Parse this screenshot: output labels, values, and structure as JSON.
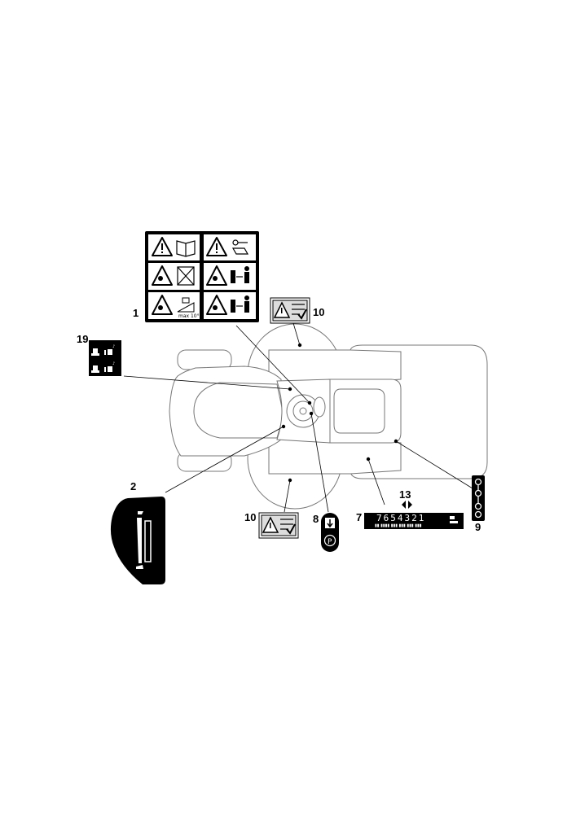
{
  "callouts": {
    "c1": "1",
    "c2": "2",
    "c7": "7",
    "c8": "8",
    "c9": "9",
    "c10a": "10",
    "c10b": "10",
    "c13": "13",
    "c19": "19"
  },
  "decals": {
    "slope_text": "max 10°",
    "gear_digits": "7654321",
    "gear_small_row": "▮▮  ▮▮▮▮ ▮▮▮  ▮▮▮  ▮▮▮  ▮▮▮"
  },
  "colors": {
    "outline": "#777777",
    "ink": "#000000",
    "background": "#ffffff"
  }
}
